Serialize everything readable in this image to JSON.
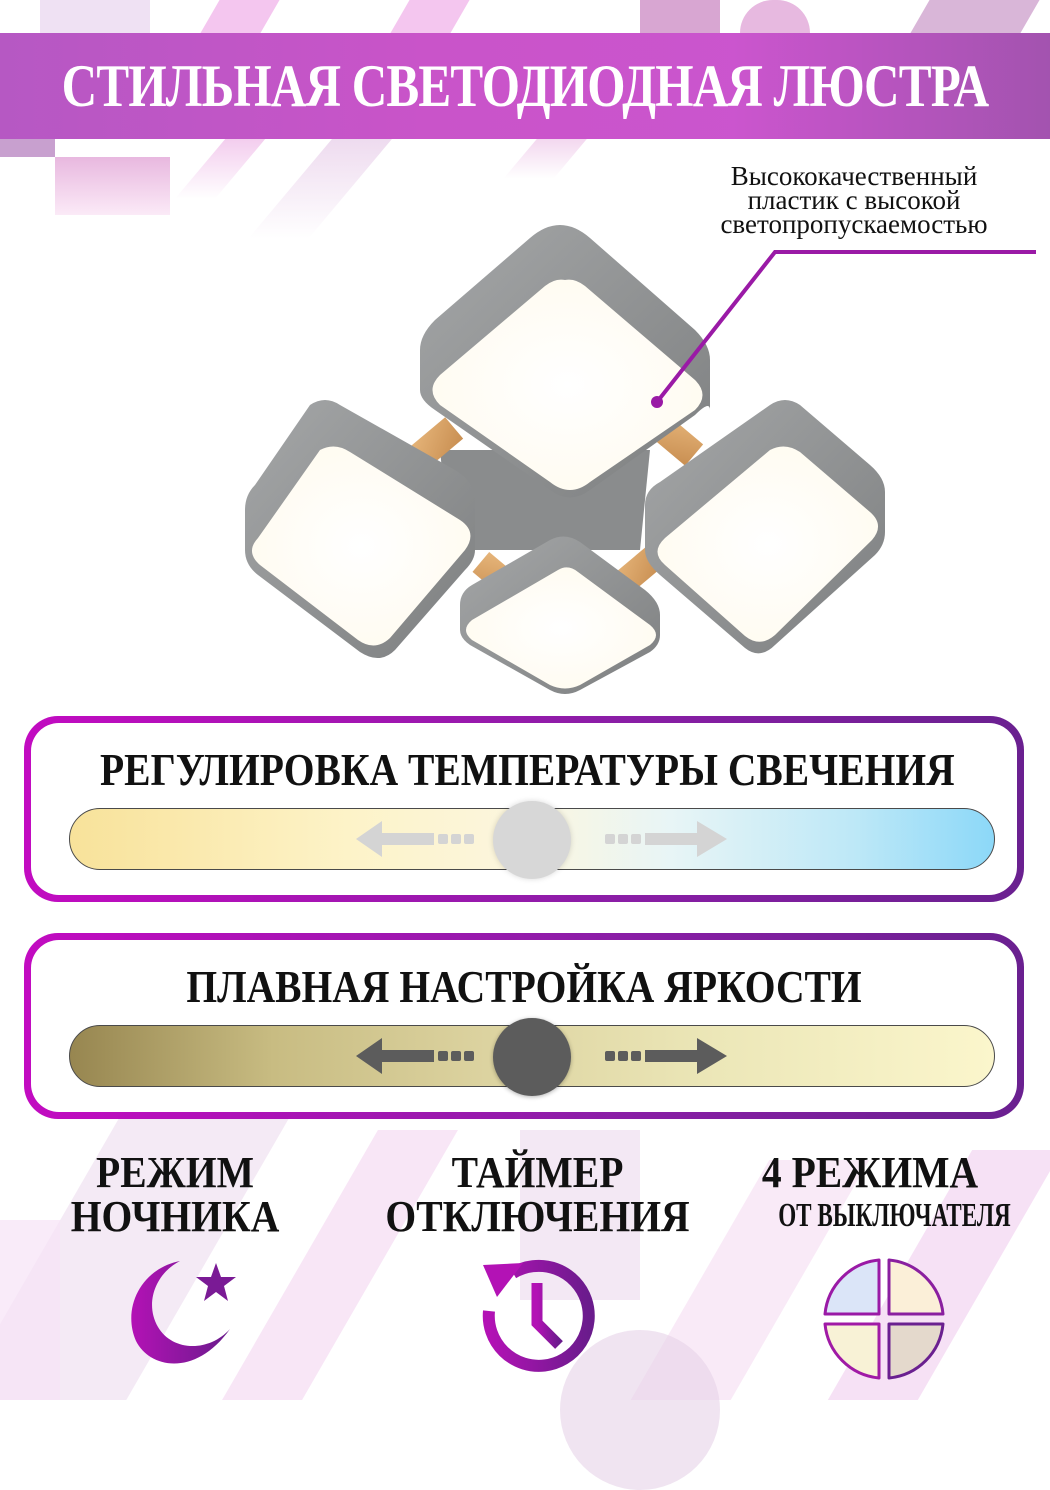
{
  "banner": {
    "title": "СТИЛЬНАЯ СВЕТОДИОДНАЯ ЛЮСТРА"
  },
  "callout": {
    "lines": [
      "Высококачественный",
      "пластик с высокой",
      "светопропускаемостью"
    ],
    "line_color": "#9a1aa6"
  },
  "product": {
    "name": "led-chandelier-4-square-shades",
    "shade_color": "#8e9091",
    "wood_color": "#d9a66a",
    "diffuser_color": "#fffdf6"
  },
  "temperature_panel": {
    "title": "РЕГУЛИРОВКА ТЕМПЕРАТУРЫ СВЕЧЕНИЯ",
    "gradient_start": "#f8e29a",
    "gradient_end": "#8cd8f8",
    "knob_color": "#d7d7d7"
  },
  "brightness_panel": {
    "title": "ПЛАВНАЯ НАСТРОЙКА ЯРКОСТИ",
    "gradient_start": "#978650",
    "gradient_end": "#fbf6cc",
    "knob_color": "#5c5c5c"
  },
  "features": [
    {
      "line1": "РЕЖИМ",
      "line2": "НОЧНИКА",
      "icon": "moon-star-icon"
    },
    {
      "line1": "ТАЙМЕР",
      "line2": "ОТКЛЮЧЕНИЯ",
      "icon": "timer-history-icon"
    },
    {
      "line1": "4 РЕЖИМА",
      "line2": "ОТ ВЫКЛЮЧАТЕЛЯ",
      "icon": "four-modes-icon"
    }
  ],
  "colors": {
    "accent_magenta": "#c20bc1",
    "accent_purple": "#6a2090",
    "banner": "#c64bc6"
  }
}
